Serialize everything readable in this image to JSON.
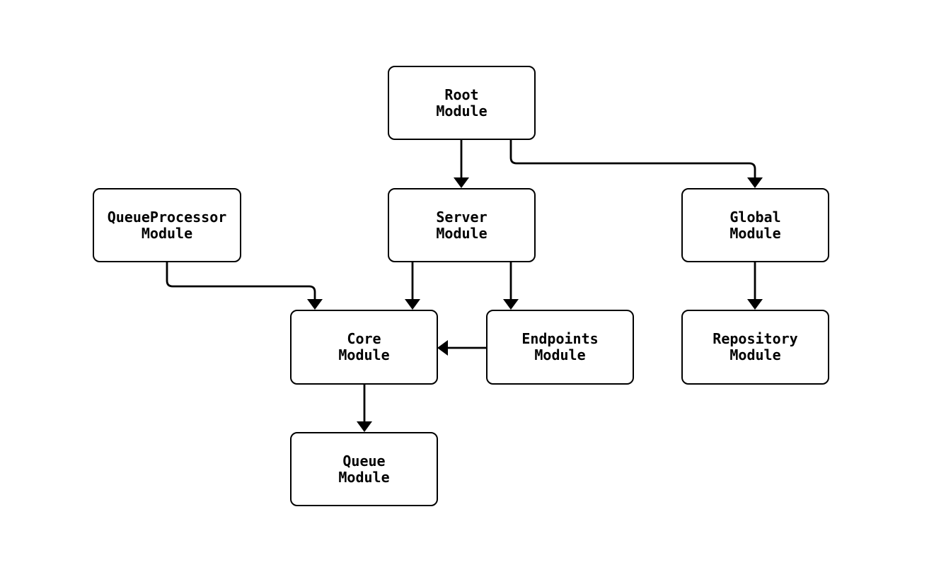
{
  "diagram": {
    "type": "module-dependency-flowchart",
    "background_color": "#ffffff",
    "node_border_color": "#000000",
    "node_fill_color": "#ffffff",
    "edge_color": "#000000",
    "text_color": "#000000",
    "nodes": [
      {
        "id": "root",
        "label": "Root\nModule"
      },
      {
        "id": "queueprocessor",
        "label": "QueueProcessor\nModule"
      },
      {
        "id": "server",
        "label": "Server\nModule"
      },
      {
        "id": "global",
        "label": "Global\nModule"
      },
      {
        "id": "core",
        "label": "Core\nModule"
      },
      {
        "id": "endpoints",
        "label": "Endpoints\nModule"
      },
      {
        "id": "repository",
        "label": "Repository\nModule"
      },
      {
        "id": "queue",
        "label": "Queue\nModule"
      }
    ],
    "edges": [
      {
        "from": "root",
        "to": "server"
      },
      {
        "from": "root",
        "to": "global"
      },
      {
        "from": "queueprocessor",
        "to": "core"
      },
      {
        "from": "server",
        "to": "core"
      },
      {
        "from": "server",
        "to": "endpoints"
      },
      {
        "from": "endpoints",
        "to": "core"
      },
      {
        "from": "global",
        "to": "repository"
      },
      {
        "from": "core",
        "to": "queue"
      }
    ]
  }
}
